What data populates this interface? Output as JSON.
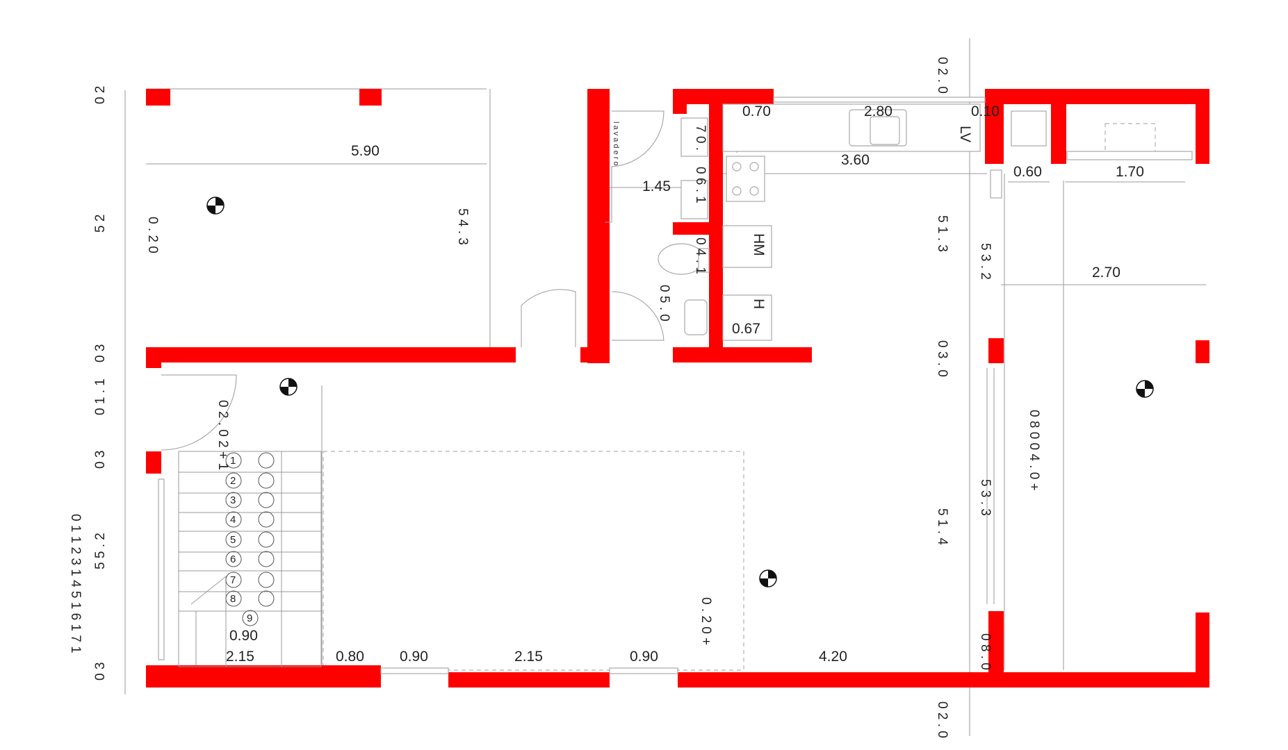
{
  "dimensions": {
    "living_width": "5.90",
    "d_070": "0.70",
    "d_280": "2.80",
    "d_010": "0.10",
    "d_360": "3.60",
    "d_145": "1.45",
    "d_060": "0.60",
    "d_170": "1.70",
    "d_270": "2.70",
    "d_067": "0.67",
    "b_215a": "2.15",
    "b_080": "0.80",
    "b_090a": "0.90",
    "b_215b": "2.15",
    "b_090b": "0.90",
    "b_420": "4.20",
    "d_090c": "0.90"
  },
  "labels": {
    "lv": "LV",
    "hm": "HM",
    "h": "H",
    "lavadero": "l a v a d e r o"
  },
  "stair_steps": [
    "1",
    "2",
    "3",
    "4",
    "5",
    "6",
    "7",
    "8",
    "9"
  ],
  "vertical_dims": {
    "left_top": "0 2",
    "left_mid": "5 2",
    "left_030a": "0 3",
    "left_010": "0 1 . 1",
    "left_030b": "0 3",
    "left_row": "0 1 1 2 3 1 4 5 1 6 1 7 1",
    "left_55": "5 5 . 2",
    "left_030c": "0 3",
    "room_020": "0 . 2 0",
    "room_543": "5 4 . 3",
    "hall_020": "0 2 . 0 2 + 1",
    "hall_02b": "0 . 2 0 +",
    "right_020_top": "0 2 . 0",
    "right_513": "5 1 . 3",
    "right_532": "5 3 . 2",
    "right_030": "0 3 . 0",
    "right_080": "0 8 0 0 4 . 0 +",
    "right_533": "5 3 . 3",
    "right_514": "5 1 . 4",
    "right_080b": "0 8 . 0",
    "right_020_bot": "0 2 . 0",
    "bath_70": "7 0 .",
    "bath_60": "0 6 . 1",
    "bath_40": "0 4 . 1",
    "bath_050": "0 5 . 0"
  },
  "colors": {
    "wall": "#ff0000",
    "line": "#9a9a9a",
    "text": "#222222"
  }
}
